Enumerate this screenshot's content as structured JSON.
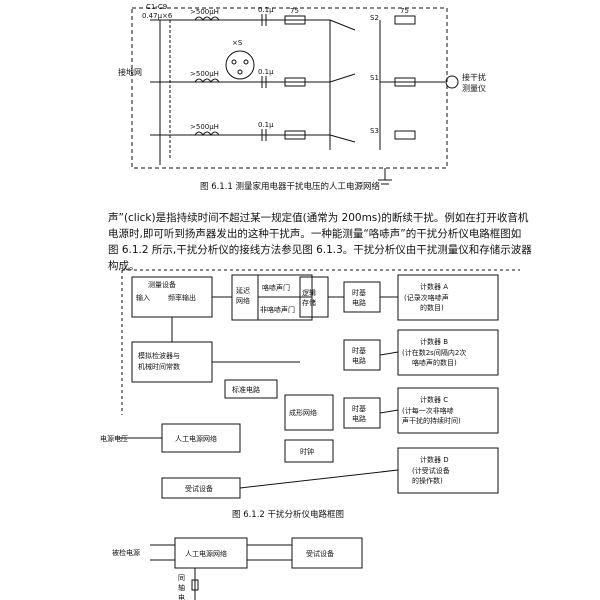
{
  "fig1": {
    "label_ground": "接\n地\n网",
    "label_cap": "C1-C9",
    "label_cap_val": "0.47μ×6",
    "label_ind": ">500μH",
    "label_ind2": ">500μH",
    "label_ind3": ">500μH",
    "label_xs": "×S",
    "label_01a": "0.1μ",
    "label_01b": "0.1μ",
    "label_01c": "0.1μ",
    "label_75": "75",
    "label_s1": "S1",
    "label_s2": "S2",
    "label_s3": "S3",
    "label_meter": "接干扰\n测量仪",
    "caption": "图 6.1.1   测量家用电器干扰电压的人工电源网络"
  },
  "paragraph": {
    "line1": "声”(click)是指持续时间不超过某一规定值(通常为 200ms)的断续干扰。例如在打开收音机",
    "line2": "电源时,即可听到扬声器发出的这种干扰声。一种能测量“咯哧声”的干扰分析仪电路框图如",
    "line3": "图 6.1.2 所示,干扰分析仪的接线方法参见图 6.1.3。干扰分析仪由干扰测量仪和存储示波器",
    "line4": "构成。"
  },
  "fig2": {
    "measure": "测量设备",
    "input": "输入",
    "freq_out": "频率输出",
    "delay": "延迟\n网络",
    "click_gate": "咯哧声门",
    "non_click_gate": "非咯哧声门",
    "logic": "逻辑\n存储",
    "timebase1": "时基\n电路",
    "timebase2": "时基\n电路",
    "timebase3": "时基\n电路",
    "counterA": "计数器 A",
    "counterA_sub": "(记录次咯哧声\n的数目)",
    "counterB": "计数器 B",
    "counterB_sub": "(计在数 2s 间隔内 2 次\n咯哧声的数目)",
    "counterC": "计数器 C",
    "counterC_sub": "(计每一次非咯哧\n声干扰的持续时间)",
    "counterD": "计数器 D",
    "counterD_sub": "(计受试设备\n的操作数)",
    "detector": "模拟检波器与\n机械时间常数",
    "standard": "标准电路",
    "shaping": "成形网络",
    "clock": "时钟",
    "mains": "电源电压",
    "lisn": "人工电源网络",
    "eut": "受试设备",
    "caption": "图 6.1.2   干扰分析仪电路框图"
  },
  "fig3": {
    "mains": "被检电源",
    "lisn": "人工电源网络",
    "eut": "受试设备",
    "ground": "同\n轴\n电"
  }
}
